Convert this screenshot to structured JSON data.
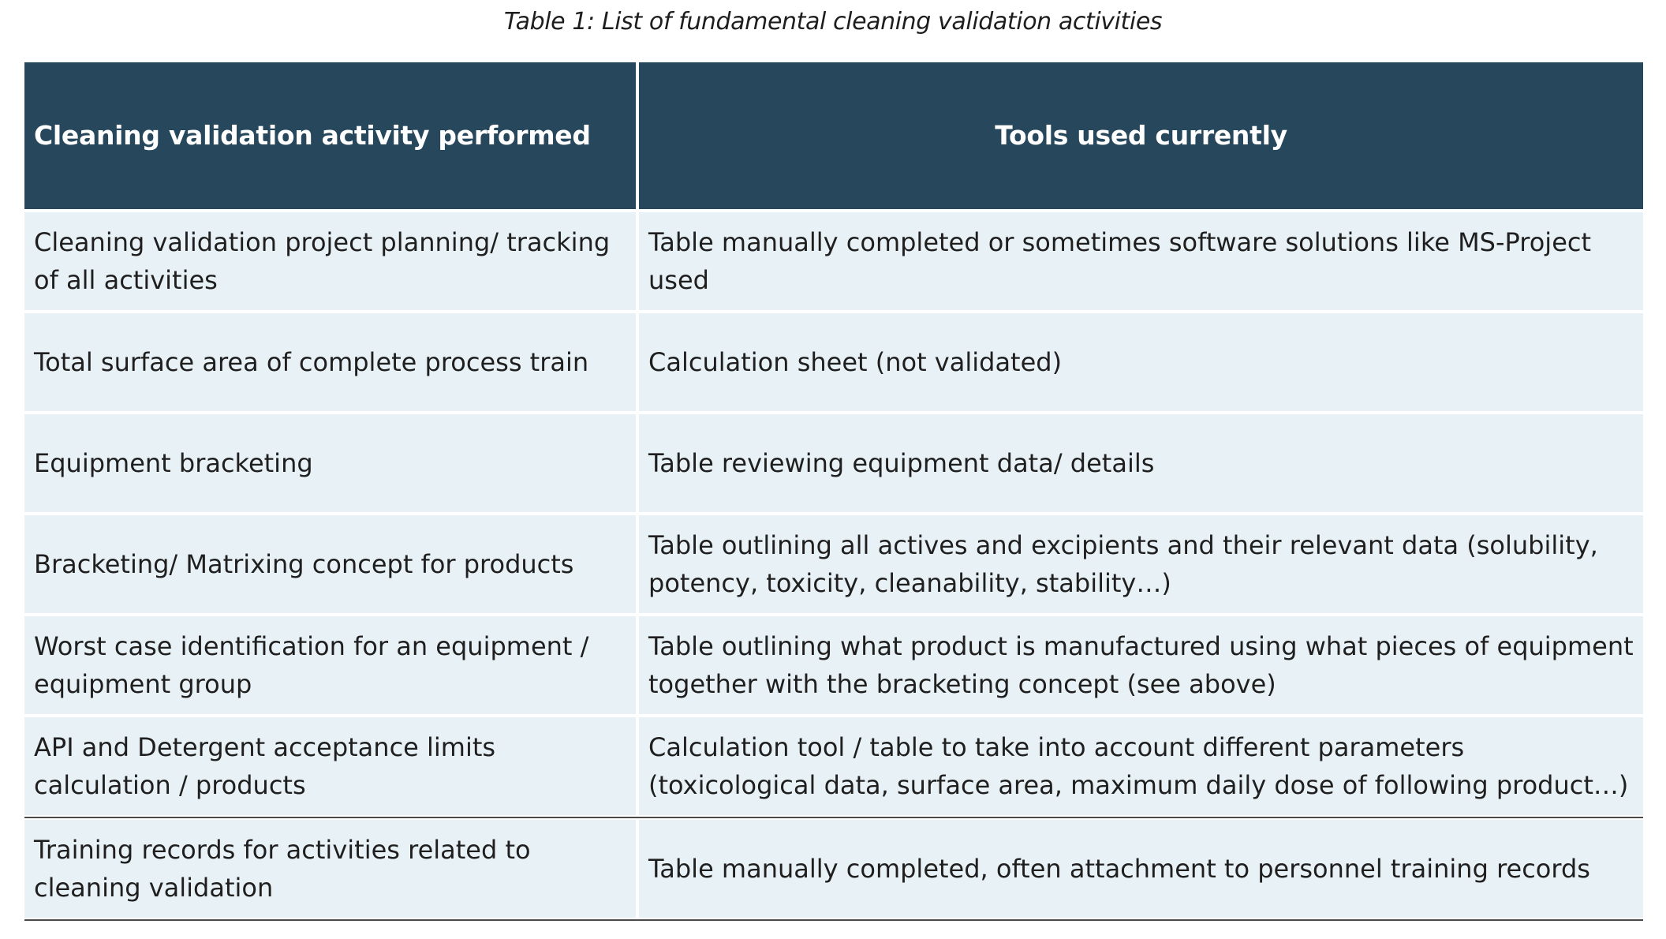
{
  "caption": "Table 1: List of fundamental cleaning validation activities",
  "table": {
    "headers": [
      "Cleaning validation activity performed",
      "Tools used currently"
    ],
    "rows": [
      [
        "Cleaning validation project planning/ tracking of all activities",
        "Table manually completed or sometimes  software solutions like MS-Project used"
      ],
      [
        "Total surface area of complete process train",
        "Calculation sheet (not validated)"
      ],
      [
        "Equipment bracketing",
        "Table reviewing equipment data/ details"
      ],
      [
        "Bracketing/ Matrixing concept for products",
        "Table outlining all actives and excipients and their relevant data (solubility, potency, toxicity, cleanability, stability…)"
      ],
      [
        "Worst case identification for an equipment / equipment group",
        "Table outlining what product is manufactured using what pieces of equipment together with the bracketing concept (see above)"
      ],
      [
        "API and Detergent acceptance limits calculation / products",
        "Calculation tool / table to take into account different parameters (toxicological data, surface area, maximum daily dose of following product…)"
      ],
      [
        "Training records for activities related to cleaning validation",
        "Table manually completed, often attachment to personnel training records"
      ]
    ]
  },
  "colors": {
    "header_bg": "#27485c",
    "row_bg": "#e8f1f5",
    "header_text": "#ffffff"
  }
}
